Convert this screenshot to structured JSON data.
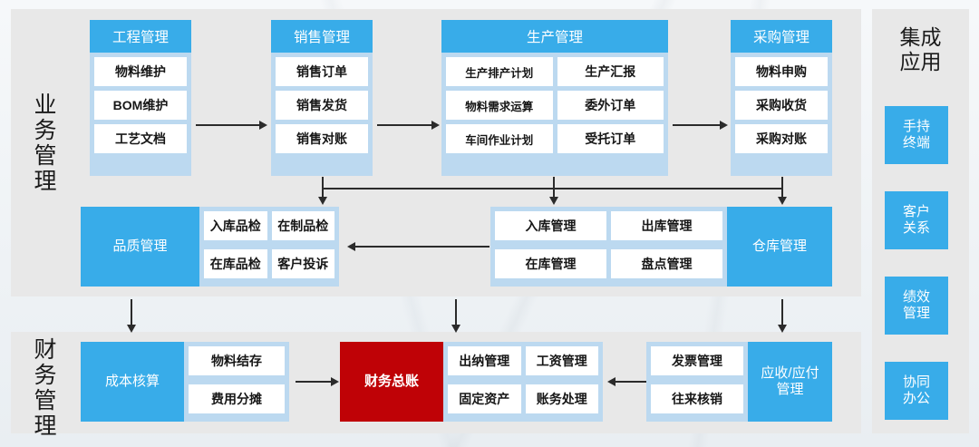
{
  "diagram": {
    "title_sections": {
      "business": "业务\n管理",
      "finance": "财务\n管理"
    },
    "business_label_chars": [
      "业",
      "务",
      "管",
      "理"
    ],
    "finance_label_chars": [
      "财",
      "务",
      "管",
      "理"
    ]
  },
  "business": {
    "rail_label": "业务管理",
    "modules": {
      "engineering": {
        "header": "工程管理",
        "items": [
          "物料维护",
          "BOM维护",
          "工艺文档"
        ]
      },
      "sales": {
        "header": "销售管理",
        "items": [
          "销售订单",
          "销售发货",
          "销售对账"
        ]
      },
      "production": {
        "header": "生产管理",
        "items": [
          "生产排产计划",
          "生产汇报",
          "物料需求运算",
          "委外订单",
          "车间作业计划",
          "受托订单"
        ]
      },
      "purchase": {
        "header": "采购管理",
        "items": [
          "物料申购",
          "采购收货",
          "采购对账"
        ]
      },
      "quality": {
        "header": "品质管理",
        "items": [
          "入库品检",
          "在制品检",
          "在库品检",
          "客户投诉"
        ]
      },
      "warehouse": {
        "header": "仓库管理",
        "items": [
          "入库管理",
          "出库管理",
          "在库管理",
          "盘点管理"
        ]
      }
    }
  },
  "finance": {
    "rail_label": "财务管理",
    "modules": {
      "cost": {
        "header": "成本核算",
        "items": [
          "物料结存",
          "费用分摊"
        ]
      },
      "ledger": {
        "header": "财务总账",
        "items": [
          "出纳管理",
          "工资管理",
          "固定资产",
          "账务处理"
        ]
      },
      "receivable": {
        "header": "应收/应付\n管理",
        "header_line1": "应收/应付",
        "header_line2": "管理",
        "items": [
          "发票管理",
          "往来核销"
        ]
      }
    }
  },
  "integration": {
    "title_line1": "集成",
    "title_line2": "应用",
    "buttons": [
      {
        "line1": "手持",
        "line2": "终端"
      },
      {
        "line1": "客户",
        "line2": "关系"
      },
      {
        "line1": "绩效",
        "line2": "管理"
      },
      {
        "line1": "协同",
        "line2": "办公"
      }
    ]
  },
  "colors": {
    "accent_blue": "#38ace9",
    "light_blue": "#bcd9f0",
    "panel_gray": "#e8e8e8",
    "ledger_red": "#bf0206",
    "text_dark": "#161616",
    "connector": "#2b2b2b"
  }
}
